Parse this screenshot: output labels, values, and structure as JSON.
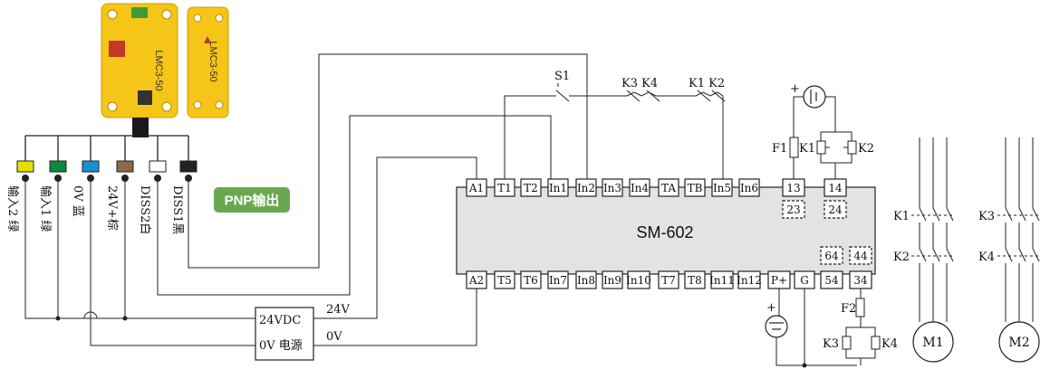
{
  "sensor": {
    "model_label_1": "LMC3-50",
    "model_label_2": "LMC3-50",
    "body_color": "#f5c518",
    "wire_colors": [
      "#e8e000",
      "#0a8a3a",
      "#1a8fd6",
      "#8a6a4a",
      "#ffffff",
      "#222222"
    ],
    "wire_labels": [
      "输入2 绿",
      "输入1 绿",
      "0V 蓝",
      "24V+棕",
      "DISS2白",
      "DISS1黑"
    ]
  },
  "pnp_badge": {
    "label": "PNP输出",
    "color": "#6aa84f"
  },
  "module": {
    "name": "SM-602",
    "fill": "#e3e3e3",
    "top_terminals": [
      "A1",
      "T1",
      "T2",
      "In1",
      "In2",
      "In3",
      "In4",
      "TA",
      "TB",
      "In5",
      "In6"
    ],
    "bottom_terminals": [
      "A2",
      "T5",
      "T6",
      "In7",
      "In8",
      "In9",
      "In10",
      "T7",
      "T8",
      "In11",
      "In12",
      "P+",
      "G"
    ],
    "output_top": [
      "13",
      "14"
    ],
    "output_dashed_top": [
      "23",
      "24"
    ],
    "output_bottom": [
      "54",
      "34"
    ],
    "output_dashed_bottom": [
      "64",
      "44"
    ]
  },
  "power": {
    "line1": "24VDC",
    "line2": "0V 电源",
    "v24_label": "24V",
    "v0_label": "0V"
  },
  "switches": {
    "s1": "S1",
    "k3k4": "K3 K4",
    "k1k2": "K1 K2"
  },
  "relays": {
    "f1": "F1",
    "k1": "K1",
    "k2": "K2",
    "f2": "F2",
    "k3": "K3",
    "k4": "K4",
    "plus": "+",
    "plus2": "+"
  },
  "motors": {
    "m1": "M1",
    "m2": "M2",
    "k1_contact": "K1",
    "k2_contact": "K2",
    "k3_contact": "K3",
    "k4_contact": "K4"
  }
}
